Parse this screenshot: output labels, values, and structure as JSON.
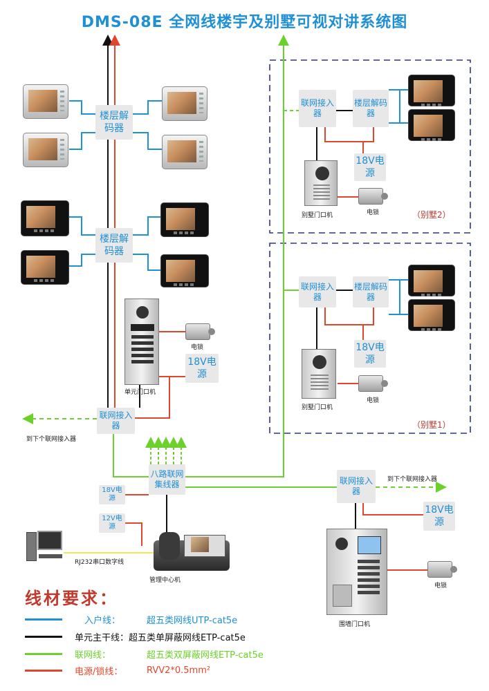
{
  "title": "DMS-08E 全网线楼宇及别墅可视对讲系统图",
  "boxes": {
    "floor_decoder_1": "楼层解码器",
    "floor_decoder_2": "楼层解码器",
    "network_adapter_unit": "联网接入器",
    "network_adapter_villa2": "联网接入器",
    "floor_decoder_villa2": "楼层解码器",
    "network_adapter_villa1": "联网接入器",
    "floor_decoder_villa1": "楼层解码器",
    "power_18v_unit": "18V电源",
    "power_18v_villa2": "18V电源",
    "power_18v_villa1": "18V电源",
    "power_18v_wall": "18V电源",
    "hub_8way": "八路联网集线器",
    "power_18v_hub": "18V电源",
    "power_12v_center": "12V电源",
    "network_adapter_wall": "联网接入器"
  },
  "labels": {
    "unit_door_station": "单元门口机",
    "lock_unit": "电锁",
    "to_next_adapter_left": "到下个联网接入器",
    "to_next_adapter_right": "到下个联网接入器",
    "villa_door_station_2": "别墅门口机",
    "lock_villa2": "电锁",
    "villa_tag_2": "（别墅2）",
    "villa_door_station_1": "别墅门口机",
    "lock_villa1": "电锁",
    "villa_tag_1": "（别墅1）",
    "management_center": "管理中心机",
    "rs232": "RJ232串口数字线",
    "lock_wall": "电锁",
    "wall_door_station": "围墙门口机"
  },
  "legend": {
    "title": "线材要求：",
    "rows": [
      {
        "name": "入户线：",
        "spec": "超五类网线UTP-cat5e",
        "color": "#1f8fd6"
      },
      {
        "name": "单元主干线：",
        "spec": "超五类单屏蔽网线ETP-cat5e",
        "color": "#111111"
      },
      {
        "name": "联网线：",
        "spec": "超五类双屏蔽网线ETP-cat5e",
        "color": "#6cd12a"
      },
      {
        "name": "电源/锁线：",
        "spec": "RVV2*0.5mm²",
        "color": "#e0462b"
      }
    ]
  },
  "colors": {
    "indoor_line": "#1f8fd6",
    "trunk_line": "#111111",
    "network_line": "#6cd12a",
    "power_line": "#e0462b",
    "villa_border": "#2f3580"
  }
}
